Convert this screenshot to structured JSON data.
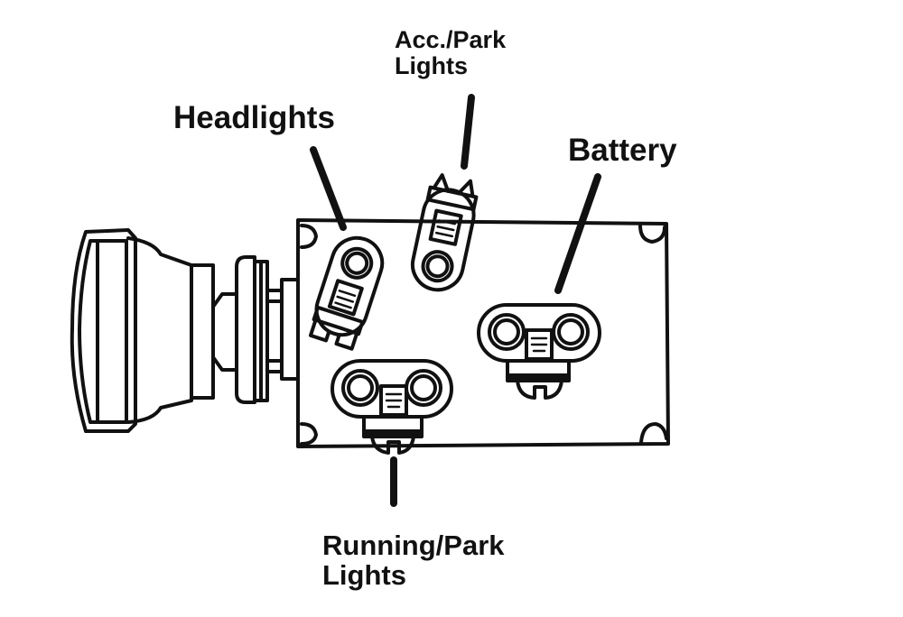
{
  "diagram": {
    "subject": "headlight switch terminal diagram",
    "labels": {
      "headlights": "Headlights",
      "acc_park_line1": "Acc./Park",
      "acc_park_line2": "Lights",
      "battery": "Battery",
      "running_park_line1": "Running/Park",
      "running_park_line2": "Lights"
    },
    "colors": {
      "ink": "#111111",
      "background": "#ffffff"
    }
  }
}
